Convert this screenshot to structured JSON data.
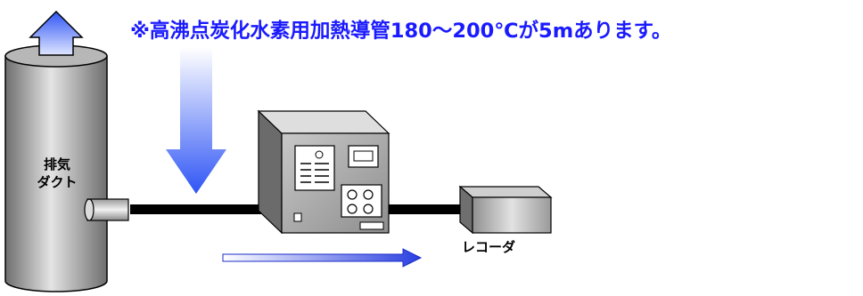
{
  "note": "※高沸点炭化水素用加熱導管180～200℃が5mあります。",
  "duct_label_line1": "排気",
  "duct_label_line2": "ダクト",
  "recorder_label": "レコーダ",
  "colors": {
    "note_text": "#1a1aff",
    "arrow_blue": "#3a5cff",
    "duct_gray": "#9a9a9a"
  }
}
